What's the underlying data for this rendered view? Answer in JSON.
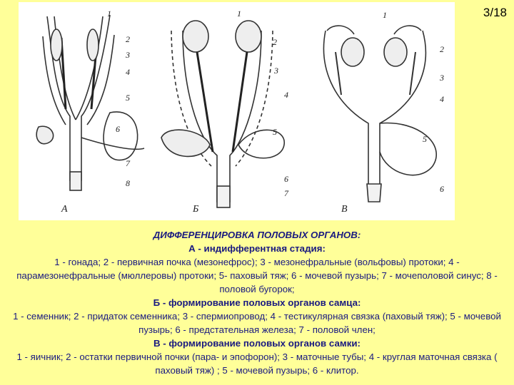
{
  "slide_counter": "3/18",
  "figure": {
    "panels": [
      {
        "letter": "А",
        "numbers": [
          "1",
          "2",
          "3",
          "4",
          "5",
          "6",
          "7",
          "8"
        ]
      },
      {
        "letter": "Б",
        "numbers": [
          "1",
          "2",
          "3",
          "4",
          "5",
          "6",
          "7"
        ]
      },
      {
        "letter": "В",
        "numbers": [
          "1",
          "2",
          "3",
          "4",
          "5",
          "6"
        ]
      }
    ]
  },
  "caption": {
    "title": "ДИФФЕРЕНЦИРОВКА ПОЛОВЫХ ОРГАНОВ:",
    "stage_a_heading": "А - индифферентная стадия:",
    "stage_a_text": "1 - гонада; 2 - первичная почка (мезонефрос); 3 - мезонефральные (вольфовы) протоки; 4 - парамезонефральные (мюллеровы) протоки; 5- паховый тяж; 6 - мочевой пузырь; 7 - мочеполовой синус; 8 - половой бугорок;",
    "stage_b_heading": "Б - формирование половых органов самца:",
    "stage_b_text": "1 - семенник; 2 - придаток семенника; 3 - спермиопровод; 4 - тестикулярная связка (паховый тяж); 5 - мочевой пузырь; 6 - предстательная железа; 7 - половой член;",
    "stage_c_heading": "В - формирование половых органов самки:",
    "stage_c_text": "1 - яичник; 2 - остатки первичной почки (пара- и эпофорон); 3 - маточные тубы; 4 - круглая маточная связка ( паховый тяж) ; 5 - мочевой пузырь; 6 - клитор."
  }
}
